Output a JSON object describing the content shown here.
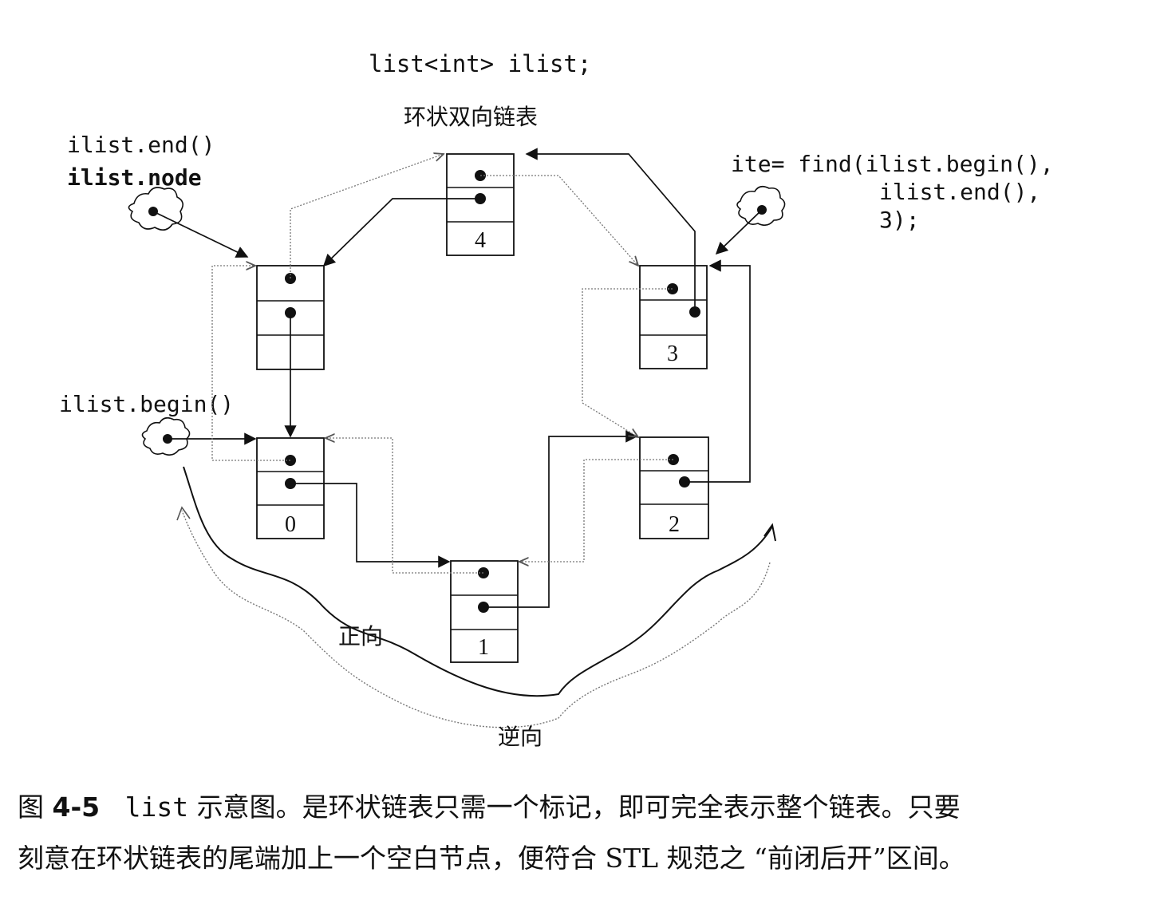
{
  "header": {
    "declaration": "list<int> ilist;",
    "subtitle": "环状双向链表"
  },
  "labels": {
    "end": "ilist.end()",
    "node": "ilist.node",
    "begin": "ilist.begin()",
    "find_line1": "ite= find(ilist.begin(),",
    "find_line2": "ilist.end(),",
    "find_line3": "3);",
    "forward": "正向",
    "backward": "逆向"
  },
  "nodes": {
    "blank": "",
    "n0": "0",
    "n1": "1",
    "n2": "2",
    "n3": "3",
    "n4": "4"
  },
  "caption": {
    "figure_label": "图",
    "figure_number": "4-5",
    "code": "list",
    "line1_text": "示意图。是环状链表只需一个标记，即可完全表示整个链表。只要",
    "line2_text": "刻意在环状链表的尾端加上一个空白节点，便符合 STL 规范之 “前闭后开”区间。"
  }
}
